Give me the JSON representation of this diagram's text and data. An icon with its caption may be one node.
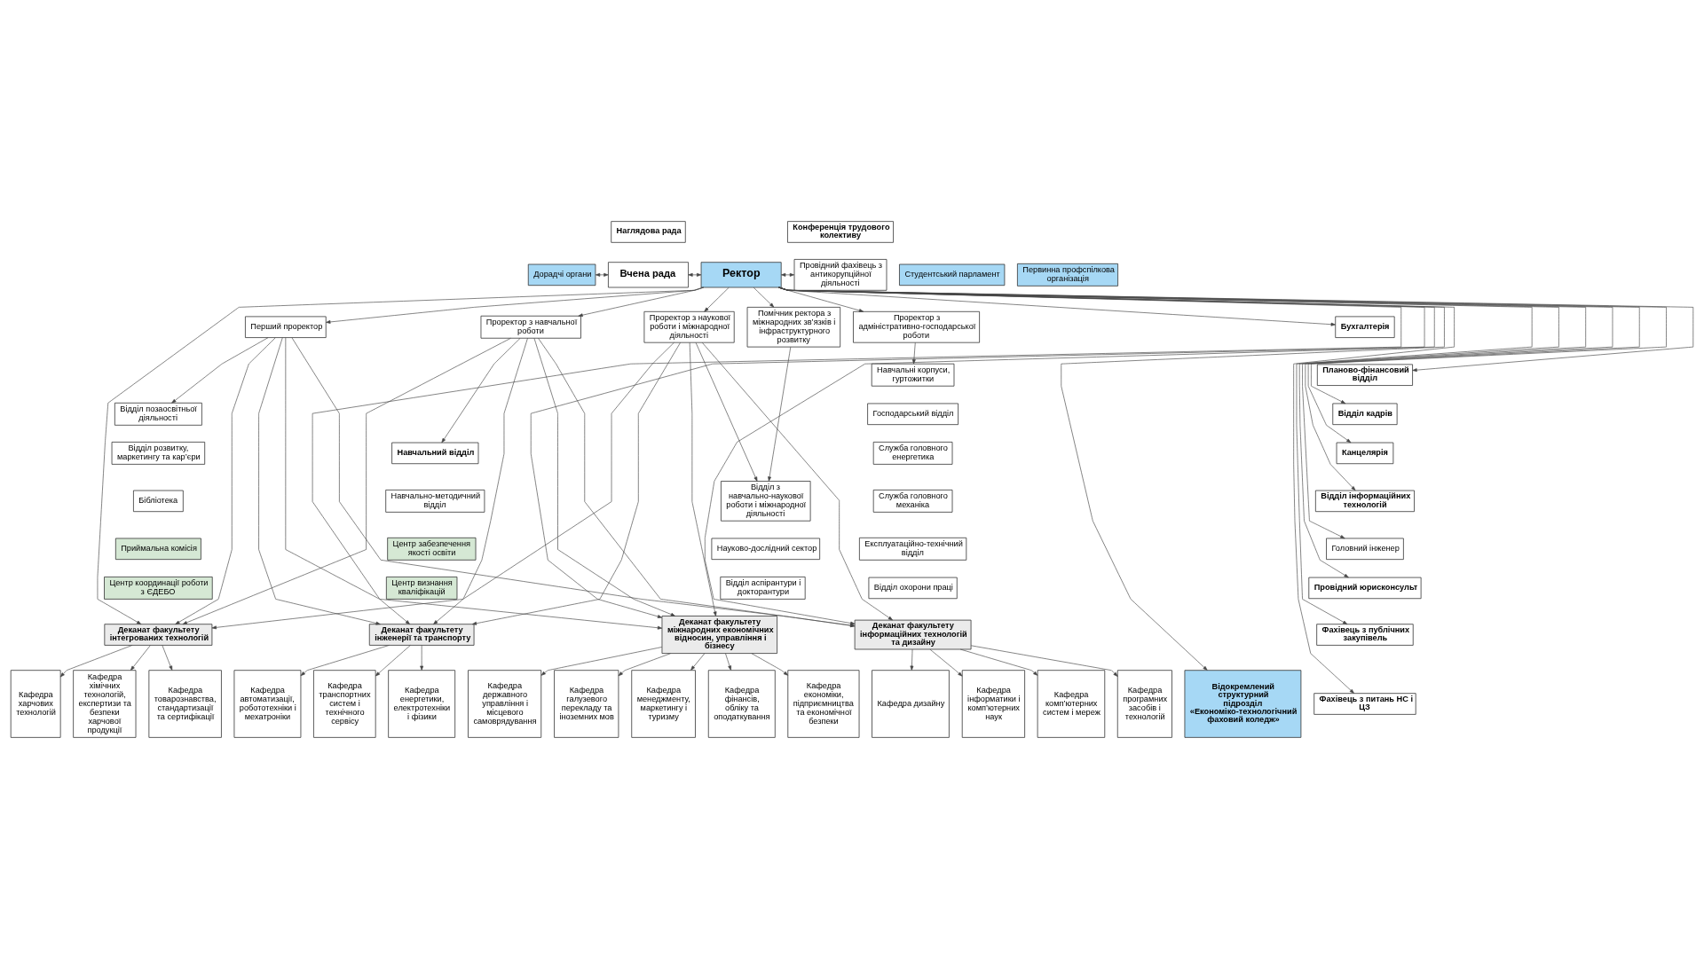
{
  "diagram": {
    "nodes": [
      {
        "text": [
          "Наглядова рада"
        ]
      },
      {
        "text": [
          "Конференція трудового колективу"
        ]
      },
      {
        "text": [
          "Дорадчі органи"
        ]
      },
      {
        "text": [
          "Вчена рада"
        ]
      },
      {
        "text": [
          "Ректор"
        ]
      },
      {
        "text": [
          "Провідний фахівець з антикорупційної діяльності"
        ]
      },
      {
        "text": [
          "Студентський парламент"
        ]
      },
      {
        "text": [
          "Первинна профспілкова організація"
        ]
      },
      {
        "text": [
          "Перший проректор"
        ]
      },
      {
        "text": [
          "Проректор з навчальної роботи"
        ]
      },
      {
        "text": [
          "Проректор з наукової роботи і міжнародної діяльності"
        ]
      },
      {
        "text": [
          "Помічник ректора з міжнародних зв’язків і інфраструктурного розвитку"
        ]
      },
      {
        "text": [
          "Проректор з адміністративно-господарської роботи"
        ]
      },
      {
        "text": [
          "Відділ позаосвітньої діяльності"
        ]
      },
      {
        "text": [
          "Відділ розвитку, маркетингу та кар’єри"
        ]
      },
      {
        "text": [
          "Бібліотека"
        ]
      },
      {
        "text": [
          "Приймальна комісія"
        ]
      },
      {
        "text": [
          "Навчальний відділ"
        ]
      },
      {
        "text": [
          "Навчально-методичний відділ"
        ]
      },
      {
        "text": [
          "Центр забезпечення якості освіти"
        ]
      },
      {
        "text": [
          "Центр визнання кваліфікацій"
        ]
      },
      {
        "text": [
          "Центр координації роботи з ЄДЕБО"
        ]
      },
      {
        "text": [
          "Відділ з навчально-наукової роботи і міжнародної діяльності"
        ]
      },
      {
        "text": [
          "Науково-дослідний сектор"
        ]
      },
      {
        "text": [
          "Відділ аспірантури і докторантури"
        ]
      },
      {
        "text": [
          "Навчальні корпуси, гуртожитки"
        ]
      },
      {
        "text": [
          "Господарський відділ"
        ]
      },
      {
        "text": [
          "Служба головного енергетика"
        ]
      },
      {
        "text": [
          "Служба головного механіка"
        ]
      },
      {
        "text": [
          "Експлуатаційно-технічний відділ"
        ]
      },
      {
        "text": [
          "Відділ охорони праці"
        ]
      },
      {
        "text": [
          "Бухгалтерія"
        ]
      },
      {
        "text": [
          "Планово-фінансовий відділ"
        ]
      },
      {
        "text": [
          "Відділ кадрів"
        ]
      },
      {
        "text": [
          "Канцелярія"
        ]
      },
      {
        "text": [
          "Відділ інформаційних технологій"
        ]
      },
      {
        "text": [
          "Головний інженер"
        ]
      },
      {
        "text": [
          "Провідний юрисконсульт"
        ]
      },
      {
        "text": [
          "Фахівець з публічних закупівель"
        ]
      },
      {
        "text": [
          "Фахівець з питань НС і ЦЗ"
        ]
      },
      {
        "text": [
          "Деканат факультету інтегрованих технологій"
        ]
      },
      {
        "text": [
          "Деканат факультету інженерії та транспорту"
        ]
      },
      {
        "text": [
          "Деканат факультету міжнародних економічних відносин, управління і бізнесу"
        ]
      },
      {
        "text": [
          "Деканат факультету інформаційних технологій та дизайну"
        ]
      },
      {
        "text": [
          "Відокремлений структурний підрозділ «Економіко-технологічний фаховий коледж»"
        ]
      },
      {
        "text": [
          "Кафедра харчових технологій"
        ]
      },
      {
        "text": [
          "Кафедра хімічних технологій, експертизи та безпеки харчової продукції"
        ]
      },
      {
        "text": [
          "Кафедра товарознавства, стандартизації та сертифікації"
        ]
      },
      {
        "text": [
          "Кафедра автоматизації, робототехніки і мехатроніки"
        ]
      },
      {
        "text": [
          "Кафедра транспортних систем і технічного сервісу"
        ]
      },
      {
        "text": [
          "Кафедра енергетики, електротехніки і фізики"
        ]
      },
      {
        "text": [
          "Кафедра державного управління і місцевого самоврядування"
        ]
      },
      {
        "text": [
          "Кафедра галузевого перекладу та іноземних мов"
        ]
      },
      {
        "text": [
          "Кафедра менеджменту, маркетингу і туризму"
        ]
      },
      {
        "text": [
          "Кафедра фінансів, обліку та оподаткування"
        ]
      },
      {
        "text": [
          "Кафедра економіки, підприємництва та економічної безпеки"
        ]
      },
      {
        "text": [
          "Кафедра дизайну"
        ]
      },
      {
        "text": [
          "Кафедра інформатики і комп’ютерних наук"
        ]
      },
      {
        "text": [
          "Кафедра комп’ютерних систем і мереж"
        ]
      },
      {
        "text": [
          "Кафедра програмних засобів і технологій"
        ]
      }
    ],
    "edges": [
      {
        "from": 2,
        "to": 3,
        "arrow": "both"
      },
      {
        "from": 3,
        "to": 4,
        "arrow": "both"
      },
      {
        "from": 4,
        "to": 5,
        "arrow": "both"
      },
      {
        "from": 4,
        "to": 8,
        "arrow": "to"
      },
      {
        "from": 4,
        "to": 9,
        "arrow": "to"
      },
      {
        "from": 4,
        "to": 10,
        "arrow": "to"
      },
      {
        "from": 4,
        "to": 11,
        "arrow": "to"
      },
      {
        "from": 4,
        "to": 12,
        "arrow": "to"
      },
      {
        "from": 4,
        "to": 31,
        "arrow": "to"
      },
      {
        "from": 4,
        "to": 32,
        "arrow": "to"
      },
      {
        "from": 4,
        "to": 33,
        "arrow": "to"
      },
      {
        "from": 4,
        "to": 34,
        "arrow": "to"
      },
      {
        "from": 4,
        "to": 35,
        "arrow": "to"
      },
      {
        "from": 4,
        "to": 36,
        "arrow": "to"
      },
      {
        "from": 4,
        "to": 37,
        "arrow": "to"
      },
      {
        "from": 4,
        "to": 38,
        "arrow": "to"
      },
      {
        "from": 4,
        "to": 39,
        "arrow": "to"
      },
      {
        "from": 4,
        "to": 44,
        "arrow": "to"
      },
      {
        "from": 8,
        "to": 13,
        "arrow": "to"
      },
      {
        "from": 9,
        "to": 17,
        "arrow": "to"
      },
      {
        "from": 10,
        "to": 22,
        "arrow": "to"
      },
      {
        "from": 11,
        "to": 22,
        "arrow": "to"
      },
      {
        "from": 12,
        "to": 25,
        "arrow": "to"
      },
      {
        "from": 4,
        "to": 40,
        "arrow": "to"
      },
      {
        "from": 4,
        "to": 41,
        "arrow": "to"
      },
      {
        "from": 4,
        "to": 42,
        "arrow": "to"
      },
      {
        "from": 4,
        "to": 43,
        "arrow": "to"
      },
      {
        "from": 8,
        "to": 40,
        "arrow": "to"
      },
      {
        "from": 8,
        "to": 41,
        "arrow": "to"
      },
      {
        "from": 8,
        "to": 42,
        "arrow": "to"
      },
      {
        "from": 8,
        "to": 43,
        "arrow": "to"
      },
      {
        "from": 9,
        "to": 40,
        "arrow": "to"
      },
      {
        "from": 9,
        "to": 41,
        "arrow": "to"
      },
      {
        "from": 9,
        "to": 42,
        "arrow": "to"
      },
      {
        "from": 9,
        "to": 43,
        "arrow": "to"
      },
      {
        "from": 10,
        "to": 40,
        "arrow": "to"
      },
      {
        "from": 10,
        "to": 41,
        "arrow": "to"
      },
      {
        "from": 10,
        "to": 42,
        "arrow": "to"
      },
      {
        "from": 10,
        "to": 43,
        "arrow": "to"
      },
      {
        "from": 40,
        "to": 45,
        "arrow": "to"
      },
      {
        "from": 40,
        "to": 46,
        "arrow": "to"
      },
      {
        "from": 40,
        "to": 47,
        "arrow": "to"
      },
      {
        "from": 41,
        "to": 48,
        "arrow": "to"
      },
      {
        "from": 41,
        "to": 49,
        "arrow": "to"
      },
      {
        "from": 41,
        "to": 50,
        "arrow": "to"
      },
      {
        "from": 42,
        "to": 51,
        "arrow": "to"
      },
      {
        "from": 42,
        "to": 52,
        "arrow": "to"
      },
      {
        "from": 42,
        "to": 53,
        "arrow": "to"
      },
      {
        "from": 42,
        "to": 54,
        "arrow": "to"
      },
      {
        "from": 42,
        "to": 55,
        "arrow": "to"
      },
      {
        "from": 43,
        "to": 56,
        "arrow": "to"
      },
      {
        "from": 43,
        "to": 57,
        "arrow": "to"
      },
      {
        "from": 43,
        "to": 58,
        "arrow": "to"
      },
      {
        "from": 43,
        "to": 59,
        "arrow": "to"
      }
    ]
  }
}
